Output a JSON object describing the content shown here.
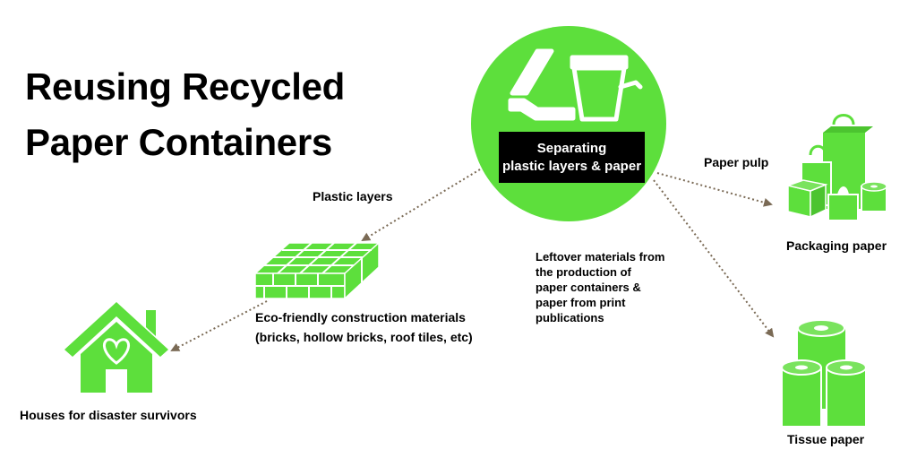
{
  "title": {
    "line1": "Reusing Recycled",
    "line2": "Paper Containers"
  },
  "hub": {
    "line1": "Separating",
    "line2": "plastic layers & paper"
  },
  "edges": {
    "plastic": "Plastic layers",
    "pulp": "Paper pulp",
    "leftover": [
      "Leftover materials from",
      "the production of",
      "paper containers &",
      "paper from print",
      "publications"
    ]
  },
  "nodes": {
    "construction": {
      "line1": "Eco-friendly construction materials",
      "line2": "(bricks, hollow bricks, roof tiles, etc)"
    },
    "houses": "Houses for disaster survivors",
    "packaging": "Packaging paper",
    "tissue": "Tissue paper"
  },
  "colors": {
    "accent": "#5ddf3c",
    "dark": "#000000",
    "arrow": "#7a6a55"
  },
  "icons": [
    "cup-and-tray-icon",
    "bricks-icon",
    "house-heart-icon",
    "packaging-boxes-icon",
    "tissue-rolls-icon"
  ]
}
